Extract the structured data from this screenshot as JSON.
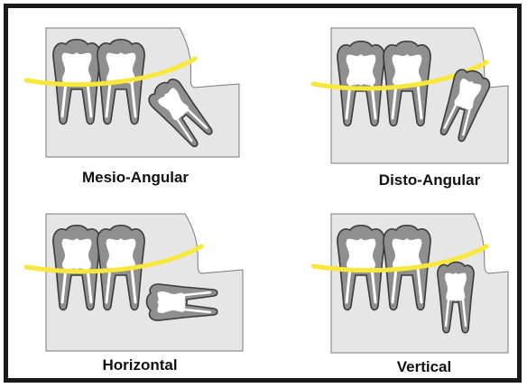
{
  "panels": [
    {
      "caption": "Mesio-Angular",
      "impaction_angle_deg": 40
    },
    {
      "caption": "Disto-Angular",
      "impaction_angle_deg": -20
    },
    {
      "caption": "Horizontal",
      "impaction_angle_deg": 90
    },
    {
      "caption": "Vertical",
      "impaction_angle_deg": 0
    }
  ],
  "colors": {
    "background": "#ffffff",
    "frame": "#1a1a1a",
    "bone": "#e6e6e6",
    "tooth": "#8f8f8f",
    "pulp": "#ffffff",
    "occlusal_line": "#f7e83b"
  }
}
